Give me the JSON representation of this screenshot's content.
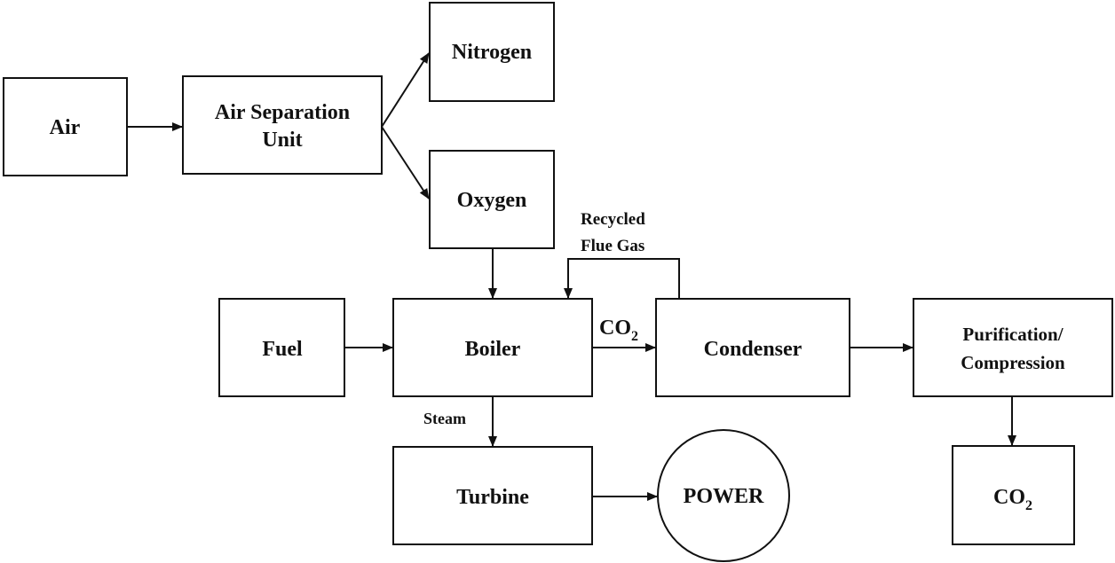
{
  "nodes": {
    "air": "Air",
    "asu_line1": "Air Separation",
    "asu_line2": "Unit",
    "nitrogen": "Nitrogen",
    "oxygen": "Oxygen",
    "fuel": "Fuel",
    "boiler": "Boiler",
    "condenser": "Condenser",
    "purification_line1": "Purification/",
    "purification_line2": "Compression",
    "turbine": "Turbine",
    "power": "POWER",
    "co2_out": "CO",
    "co2_out_sub": "2"
  },
  "edge_labels": {
    "recycled_line1": "Recycled",
    "recycled_line2": "Flue Gas",
    "co2": "CO",
    "co2_sub": "2",
    "steam": "Steam"
  }
}
